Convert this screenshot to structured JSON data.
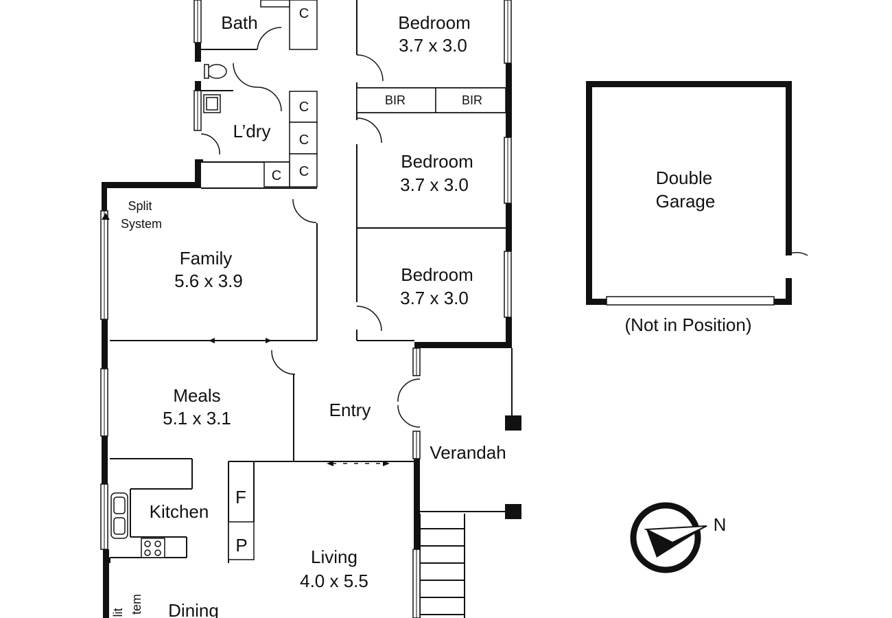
{
  "rooms": {
    "bath": "Bath",
    "laundry": "L’dry",
    "bedroom1": {
      "name": "Bedroom",
      "size": "3.7 x 3.0"
    },
    "bedroom2": {
      "name": "Bedroom",
      "size": "3.7 x 3.0"
    },
    "bedroom3": {
      "name": "Bedroom",
      "size": "3.7 x 3.0"
    },
    "family": {
      "name": "Family",
      "size": "5.6 x 3.9"
    },
    "meals": {
      "name": "Meals",
      "size": "5.1 x 3.1"
    },
    "entry": "Entry",
    "verandah": "Verandah",
    "kitchen": "Kitchen",
    "living": {
      "name": "Living",
      "size": "4.0 x 5.5"
    },
    "dining": "Dining"
  },
  "fixtures": {
    "bir_left": "BIR",
    "bir_right": "BIR",
    "cupboard": "C",
    "fridge": "F",
    "pantry": "P",
    "split_system": [
      "Split",
      "System"
    ],
    "split_system_lower_partial": [
      "lit",
      "tem"
    ]
  },
  "garage": {
    "name_line1": "Double",
    "name_line2": "Garage",
    "note": "(Not in Position)"
  },
  "compass": {
    "label": "N",
    "icon": "north-arrow-icon"
  }
}
